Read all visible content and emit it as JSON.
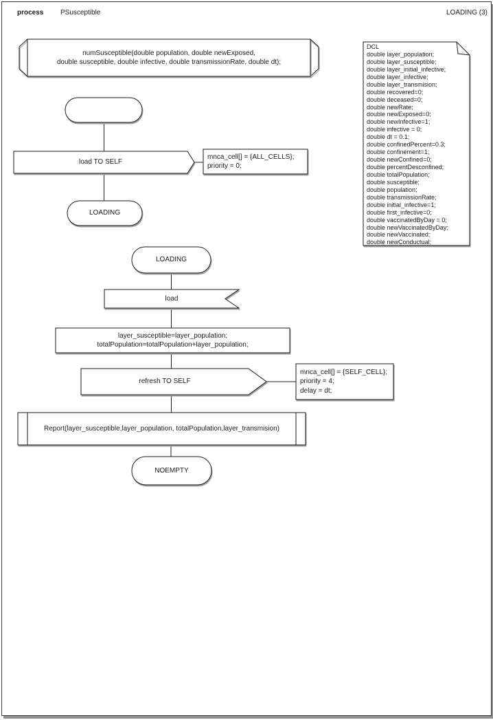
{
  "header": {
    "kind_label": "process",
    "name": "PSusceptible",
    "state_label": "LOADING (3)"
  },
  "colors": {
    "stroke": "#1a1a1a",
    "shadow": "#a0a0a0",
    "background": "#ffffff"
  },
  "nodes": {
    "procedure_header": {
      "line1": "numSusceptible(double population, double newExposed,",
      "line2": "double susceptible, double infective, double transmissionRate, double dt);"
    },
    "start_state": {
      "label": ""
    },
    "send_load_self": {
      "label": "load TO SELF"
    },
    "send_load_params": {
      "line1": "mnca_cell[] = {ALL_CELLS};",
      "line2": "priority = 0;"
    },
    "state_loading_next": {
      "label": "LOADING"
    },
    "state_loading": {
      "label": "LOADING"
    },
    "receive_load": {
      "label": "load"
    },
    "task_assign": {
      "line1": "layer_susceptible=layer_population;",
      "line2": "totalPopulation=totalPopulation+layer_population;"
    },
    "send_refresh_self": {
      "label": "refresh TO SELF"
    },
    "send_refresh_params": {
      "line1": "mnca_cell[] = {SELF_CELL};",
      "line2": "priority = 4;",
      "line3": "delay = dt;"
    },
    "procedure_call_report": {
      "label": "Report(layer_susceptible,layer_population, totalPopulation,layer_transmision)"
    },
    "state_noempty": {
      "label": "NOEMPTY"
    }
  },
  "dcl": {
    "title": "DCL",
    "lines": [
      "double layer_population;",
      "double layer_susceptible;",
      "double layer_initial_infective;",
      "double layer_infective;",
      "double layer_transmision;",
      "double recovered=0;",
      "double deceased=0;",
      "double newRate;",
      "double newExposed=0;",
      "double newInfective=1;",
      "double infective = 0;",
      "double dt = 0.1;",
      "double confinedPercent=0.3;",
      "double confinement=1;",
      "double newConfined=0;",
      "double percentDesconfined;",
      "double totalPopulation;",
      "double susceptible;",
      "double population;",
      "double transmissionRate;",
      "double initial_infective=1;",
      "double first_infective=0;",
      "double vaccinatedByDay = 0;",
      "double newVaccinatedByDay;",
      "double newVaccinated;",
      "double newConductual;"
    ]
  }
}
